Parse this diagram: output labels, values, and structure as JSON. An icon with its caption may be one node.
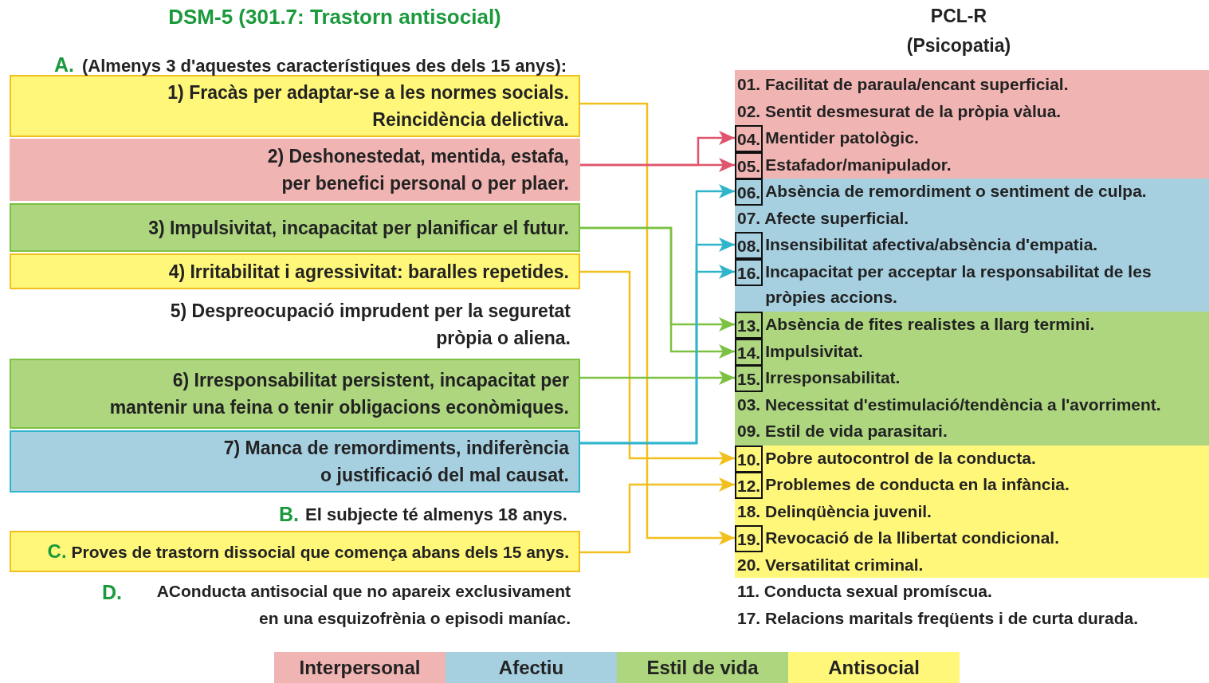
{
  "diagram": {
    "title": "DSM-5 (301.7: Trastorn antisocial)",
    "nodes": [
      {
        "text": [
          "1) Fracàs per adaptar-se a les normes socials. Reincidència delictiva."
        ]
      },
      {
        "text": [
          "2) Deshonestedat, mentida, estafa, per benefici personal o per plaer."
        ]
      },
      {
        "text": [
          "3) Impulsivitat, incapacitat per planificar el futur."
        ]
      },
      {
        "text": [
          "4) Irritabilitat i agressivitat: baralles repetides."
        ]
      },
      {
        "text": [
          "6) Irresponsabilitat persistent, incapacitat per mantenir una feina o tenir obligacions econòmiques."
        ]
      },
      {
        "text": [
          "7) Manca de remordiments, indiferència o justificació del mal causat."
        ]
      },
      {
        "text": [
          "C.",
          "Proves de trastorn dissocial que comença abans dels 15 anys."
        ]
      },
      {
        "text": [],
        "shape": "box"
      },
      {
        "text": [
          "01. Facilitat de paraula/encant superficial."
        ],
        "in": 7
      },
      {
        "text": [
          "02. Sentit desmesurat de la pròpia vàlua."
        ],
        "in": 7
      },
      {
        "text": [
          "04."
        ],
        "in": 7,
        "beside": [
          "Mentider patològic."
        ]
      },
      {
        "text": [
          "05."
        ],
        "in": 7,
        "beside": [
          "Estafador/manipulador."
        ]
      },
      {
        "text": [],
        "shape": "box"
      },
      {
        "text": [
          "06."
        ],
        "in": 12,
        "beside": [
          "Absència de remordiment o sentiment de culpa."
        ]
      },
      {
        "text": [
          "07. Afecte superficial."
        ],
        "in": 12
      },
      {
        "text": [
          "08."
        ],
        "in": 12,
        "beside": [
          "Insensibilitat afectiva/absència d'empatia."
        ]
      },
      {
        "text": [
          "16."
        ],
        "in": 12,
        "beside": [
          "Incapacitat per acceptar la responsabilitat de les pròpies accions."
        ]
      },
      {
        "text": [],
        "shape": "box"
      },
      {
        "text": [
          "13."
        ],
        "in": 17,
        "beside": [
          "Absència de fites realistes a llarg termini."
        ]
      },
      {
        "text": [
          "14."
        ],
        "in": 17,
        "beside": [
          "Impulsivitat."
        ]
      },
      {
        "text": [
          "15."
        ],
        "in": 17,
        "beside": [
          "Irresponsabilitat."
        ]
      },
      {
        "text": [
          "03. Necessitat d'estimulació/tendència a l'avorriment."
        ],
        "in": 17
      },
      {
        "text": [
          "09. Estil de vida parasitari."
        ],
        "in": 17
      },
      {
        "text": [],
        "shape": "box"
      },
      {
        "text": [
          "10."
        ],
        "in": 23,
        "beside": [
          "Pobre autocontrol de la conducta."
        ]
      },
      {
        "text": [
          "12."
        ],
        "in": 23,
        "beside": [
          "Problemes de conducta en la infància."
        ]
      },
      {
        "text": [
          "18. Delinqüència juvenil."
        ],
        "in": 23
      },
      {
        "text": [
          "19."
        ],
        "in": 23,
        "beside": [
          "Revocació de la llibertat condicional."
        ]
      },
      {
        "text": [
          "20. Versatilitat criminal."
        ],
        "in": 23
      }
    ],
    "edges": [
      {
        "from": 0,
        "to": 27,
        "arrow": "to",
        "color": "#f2c01e"
      },
      {
        "from": 1,
        "to": 10,
        "arrow": "to",
        "color": "#e0556e"
      },
      {
        "from": 1,
        "to": 11,
        "arrow": "to",
        "color": "#e0556e"
      },
      {
        "from": 2,
        "to": 18,
        "arrow": "to",
        "color": "#7cc142"
      },
      {
        "from": 2,
        "to": 19,
        "arrow": "to",
        "color": "#7cc142"
      },
      {
        "from": 3,
        "to": 24,
        "arrow": "to",
        "color": "#f2c01e"
      },
      {
        "from": 4,
        "to": 20,
        "arrow": "to",
        "color": "#7cc142"
      },
      {
        "from": 5,
        "to": 13,
        "arrow": "to",
        "color": "#30b4cc"
      },
      {
        "from": 5,
        "to": 15,
        "arrow": "to",
        "color": "#30b4cc"
      },
      {
        "from": 5,
        "to": 16,
        "arrow": "to",
        "color": "#30b4cc"
      },
      {
        "from": 6,
        "to": 25,
        "arrow": "to",
        "color": "#f2c01e"
      }
    ],
    "labels": [
      "PCL-R (Psicopatia)",
      "A.",
      "(Almenys 3 d'aquestes característiques des dels 15 anys):",
      "5) Despreocupació imprudent per la seguretat pròpia o aliena.",
      "B.",
      "El subjecte té almenys 18 anys.",
      "D.",
      "AConducta antisocial que no apareix exclusivament en una esquizofrènia o episodi maníac.",
      "11. Conducta sexual promíscua.",
      "17. Relacions maritals freqüents i de curta durada."
    ],
    "legend": [
      {
        "text": "Interpersonal",
        "color": "#f0b4b3"
      },
      {
        "text": "Afectiu",
        "color": "#a6cfe0"
      },
      {
        "text": "Estil de vida",
        "color": "#add67f"
      },
      {
        "text": "Antisocial",
        "color": "#fff77a"
      }
    ]
  }
}
